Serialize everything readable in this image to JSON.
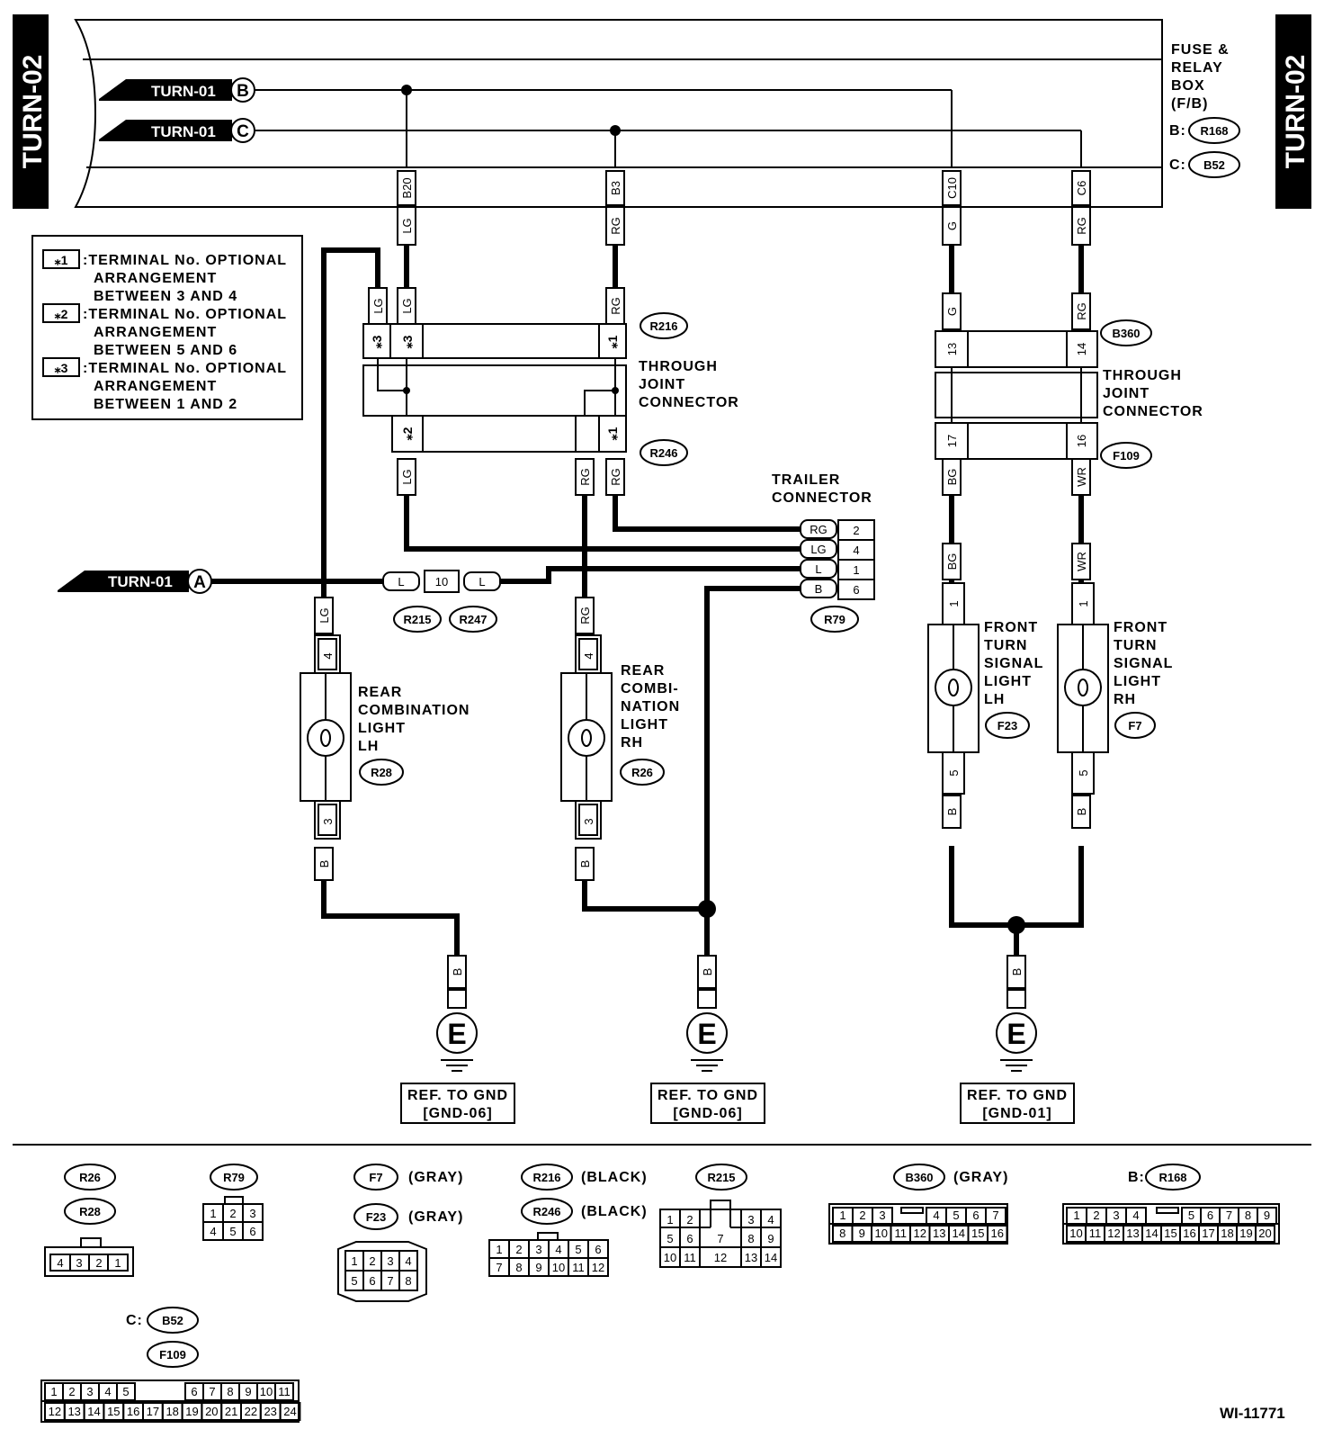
{
  "page_tag": "TURN-02",
  "figure_id": "WI-11771",
  "turn01": {
    "label": "TURN-01",
    "a": "A",
    "b": "B",
    "c": "C"
  },
  "fuse_box": {
    "title_lines": [
      "FUSE &",
      "RELAY",
      "BOX",
      "(F/B)"
    ],
    "b_prefix": "B:",
    "b_conn": "R168",
    "c_prefix": "C:",
    "c_conn": "B52",
    "terminals": [
      "B20",
      "B3",
      "C10",
      "C6"
    ]
  },
  "notes": [
    {
      "tag": "⁎1",
      "lines": [
        ":TERMINAL No. OPTIONAL",
        "ARRANGEMENT",
        "BETWEEN 3 AND 4"
      ]
    },
    {
      "tag": "⁎2",
      "lines": [
        ":TERMINAL No. OPTIONAL",
        "ARRANGEMENT",
        "BETWEEN 5 AND 6"
      ]
    },
    {
      "tag": "⁎3",
      "lines": [
        ":TERMINAL No. OPTIONAL",
        "ARRANGEMENT",
        "BETWEEN 1 AND 2"
      ]
    }
  ],
  "wires": {
    "lg": "LG",
    "rg": "RG",
    "g": "G",
    "bg": "BG",
    "wr": "WR",
    "b": "B",
    "l": "L"
  },
  "joint_left": {
    "title_lines": [
      "THROUGH",
      "JOINT",
      "CONNECTOR"
    ],
    "top_conn": "R216",
    "bottom_conn": "R246",
    "top_pins": [
      "⁎3",
      "⁎3",
      "⁎1"
    ],
    "bottom_pins": [
      "⁎2",
      "⁎1"
    ]
  },
  "joint_right": {
    "title_lines": [
      "THROUGH",
      "JOINT",
      "CONNECTOR"
    ],
    "top_conn": "B360",
    "bottom_conn": "F109",
    "top_pins": [
      "13",
      "14"
    ],
    "bottom_pins": [
      "17",
      "16"
    ]
  },
  "trailer": {
    "title_lines": [
      "TRAILER",
      "CONNECTOR"
    ],
    "rows": [
      {
        "wire": "RG",
        "pin": "2"
      },
      {
        "wire": "LG",
        "pin": "4"
      },
      {
        "wire": "L",
        "pin": "1"
      },
      {
        "wire": "B",
        "pin": "6"
      }
    ],
    "conn": "R79"
  },
  "inline_joint": {
    "pin": "10",
    "conn_left": "R215",
    "conn_right": "R247"
  },
  "lights": {
    "rear_lh": {
      "lines": [
        "REAR",
        "COMBINATION",
        "LIGHT",
        "LH"
      ],
      "conn": "R28",
      "pin_top": "4",
      "pin_bottom": "3"
    },
    "rear_rh": {
      "lines": [
        "REAR",
        "COMBI-",
        "NATION",
        "LIGHT",
        "RH"
      ],
      "conn": "R26",
      "pin_top": "4",
      "pin_bottom": "3"
    },
    "front_lh": {
      "lines": [
        "FRONT",
        "TURN",
        "SIGNAL",
        "LIGHT",
        "LH"
      ],
      "conn": "F23",
      "pin_top": "1",
      "pin_bottom": "5"
    },
    "front_rh": {
      "lines": [
        "FRONT",
        "TURN",
        "SIGNAL",
        "LIGHT",
        "RH"
      ],
      "conn": "F7",
      "pin_top": "1",
      "pin_bottom": "5"
    }
  },
  "grounds": [
    {
      "symbol": "E",
      "ref_line1": "REF. TO GND",
      "ref_line2": "[GND-06]"
    },
    {
      "symbol": "E",
      "ref_line1": "REF. TO GND",
      "ref_line2": "[GND-06]"
    },
    {
      "symbol": "E",
      "ref_line1": "REF. TO GND",
      "ref_line2": "[GND-01]"
    }
  ],
  "connectors": {
    "r26": "R26",
    "r28": "R28",
    "r26_pins": [
      "4",
      "3",
      "2",
      "1"
    ],
    "r79": "R79",
    "r79_pins": [
      "1",
      "2",
      "3",
      "4",
      "5",
      "6"
    ],
    "f7": "F7",
    "f23": "F23",
    "gray": "(GRAY)",
    "black": "(BLACK)",
    "f7_pins": [
      "1",
      "2",
      "3",
      "4",
      "5",
      "6",
      "7",
      "8"
    ],
    "r216": "R216",
    "r246": "R246",
    "r216_pins": [
      "1",
      "2",
      "3",
      "4",
      "5",
      "6",
      "7",
      "8",
      "9",
      "10",
      "11",
      "12"
    ],
    "r215": "R215",
    "r215_pins": [
      "1",
      "2",
      "3",
      "4",
      "5",
      "6",
      "7",
      "8",
      "9",
      "10",
      "11",
      "12",
      "13",
      "14"
    ],
    "b360": "B360",
    "b360_pins": [
      "1",
      "2",
      "3",
      "4",
      "5",
      "6",
      "7",
      "8",
      "9",
      "10",
      "11",
      "12",
      "13",
      "14",
      "15",
      "16"
    ],
    "r168_prefix": "B:",
    "r168": "R168",
    "r168_pins": [
      "1",
      "2",
      "3",
      "4",
      "5",
      "6",
      "7",
      "8",
      "9",
      "10",
      "11",
      "12",
      "13",
      "14",
      "15",
      "16",
      "17",
      "18",
      "19",
      "20"
    ],
    "b52_prefix": "C:",
    "b52": "B52",
    "f109": "F109",
    "b52_pins": [
      "1",
      "2",
      "3",
      "4",
      "5",
      "6",
      "7",
      "8",
      "9",
      "10",
      "11",
      "12",
      "13",
      "14",
      "15",
      "16",
      "17",
      "18",
      "19",
      "20",
      "21",
      "22",
      "23",
      "24"
    ]
  }
}
